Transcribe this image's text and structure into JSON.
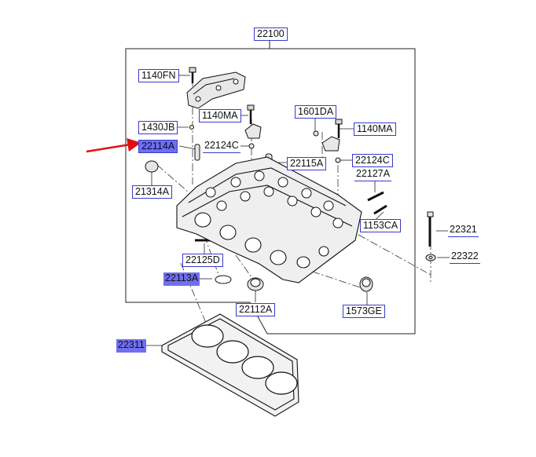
{
  "diagram": {
    "assembly_label": "22100",
    "labels": {
      "l22100": "22100",
      "l1140FN": "1140FN",
      "l1140MA_left": "1140MA",
      "l1601DA": "1601DA",
      "l1140MA_right": "1140MA",
      "l1430JB": "1430JB",
      "l22114A": "22114A",
      "l22124C_left": "22124C",
      "l22115A": "22115A",
      "l22124C_right": "22124C",
      "l22127A": "22127A",
      "l21314A": "21314A",
      "l1153CA": "1153CA",
      "l22321": "22321",
      "l22322": "22322",
      "l22125D": "22125D",
      "l22113A": "22113A",
      "l22112A": "22112A",
      "l1573GE": "1573GE",
      "l22311": "22311"
    },
    "selected_part": "22114A",
    "colors": {
      "label_border": "#3a3ad0",
      "selected_fill": "#6f6ff0",
      "pointer_arrow": "#e01010",
      "line": "#222222"
    }
  }
}
